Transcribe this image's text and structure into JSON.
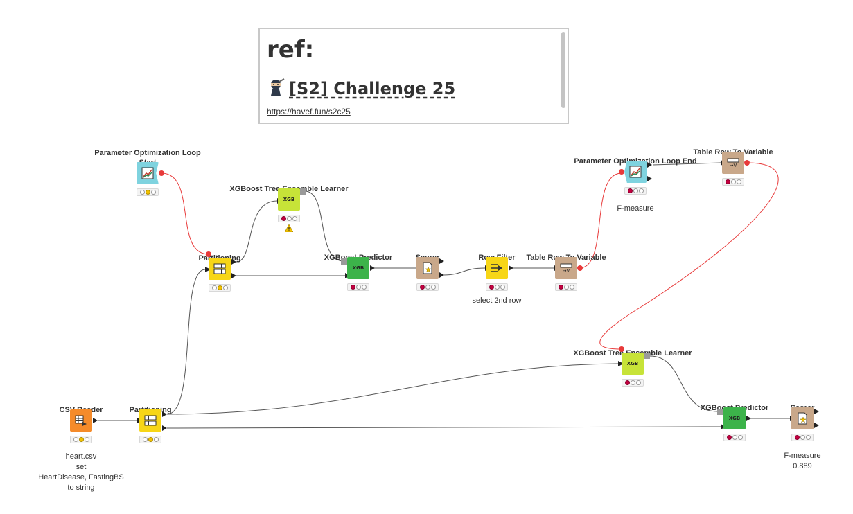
{
  "annotation": {
    "heading": "ref:",
    "title": "[S2] Challenge 25",
    "link": "https://havef.fun/s2c25"
  },
  "nodes": {
    "param_start": {
      "title": "Parameter Optimization Loop Start",
      "caption": ""
    },
    "xgb_learner_top": {
      "title": "XGBoost Tree Ensemble Learner",
      "caption": ""
    },
    "partitioning_top": {
      "title": "Partitioning",
      "caption": ""
    },
    "xgb_predictor_top": {
      "title": "XGBoost Predictor",
      "caption": ""
    },
    "scorer_top": {
      "title": "Scorer",
      "caption": ""
    },
    "row_filter": {
      "title": "Row Filter",
      "caption": "select 2nd row"
    },
    "table_row_var_top": {
      "title": "Table Row To Variable",
      "caption": ""
    },
    "param_end": {
      "title": "Parameter Optimization Loop End",
      "caption": "F-measure"
    },
    "table_row_var_right": {
      "title": "Table Row To Variable",
      "caption": ""
    },
    "xgb_learner_bottom": {
      "title": "XGBoost Tree Ensemble Learner",
      "caption": ""
    },
    "csv_reader": {
      "title": "CSV Reader",
      "caption_lines": [
        "heart.csv",
        "set",
        "HeartDisease, FastingBS",
        "to string"
      ]
    },
    "partitioning_bottom": {
      "title": "Partitioning",
      "caption": ""
    },
    "xgb_predictor_bottom": {
      "title": "XGBoost Predictor",
      "caption": ""
    },
    "scorer_bottom": {
      "title": "Scorer",
      "caption_lines": [
        "F-measure",
        "0.889"
      ]
    }
  },
  "icons": {
    "xgb_text": "XGB"
  },
  "colors": {
    "loop": "#7fd3df",
    "learner": "#c7e338",
    "predictor": "#3cb34a",
    "manipulator": "#f7d617",
    "scorer": "#c9a88a",
    "source": "#f58b2a",
    "flow_wire": "#e83a3a",
    "data_wire": "#555555"
  }
}
